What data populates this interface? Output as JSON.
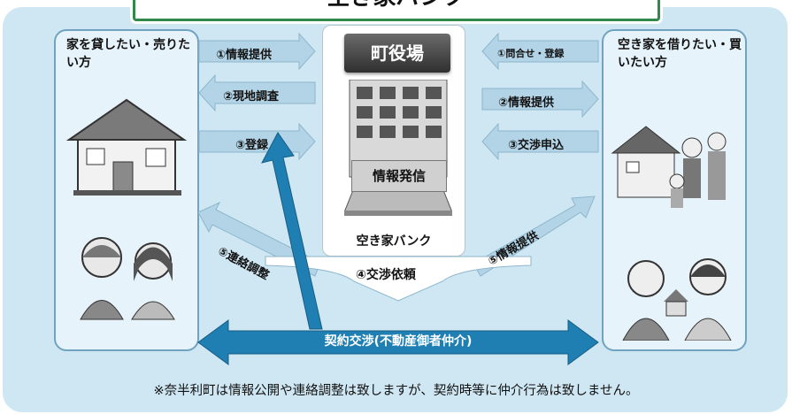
{
  "title": "空き家バンク",
  "left_panel": {
    "title": "家を貸したい・売りたい方"
  },
  "right_panel": {
    "title": "空き家を借りたい・買いたい方"
  },
  "center": {
    "townhall": "町役場",
    "info": "情報発信",
    "bank": "空き家バンク"
  },
  "left_arrows": [
    "①情報提供",
    "②現地調査",
    "③登録"
  ],
  "right_arrows": [
    "①問合せ・登録",
    "②情報提供",
    "③交渉申込"
  ],
  "bottom_arrows": {
    "contact": "⑤連絡調整",
    "request": "④交渉依頼",
    "info": "⑤情報提供"
  },
  "contract": "契約交渉(不動産御者仲介)",
  "note": "※奈半利町は情報公開や連絡調整は致しますが、契約時等に仲介行為は致しません。"
}
